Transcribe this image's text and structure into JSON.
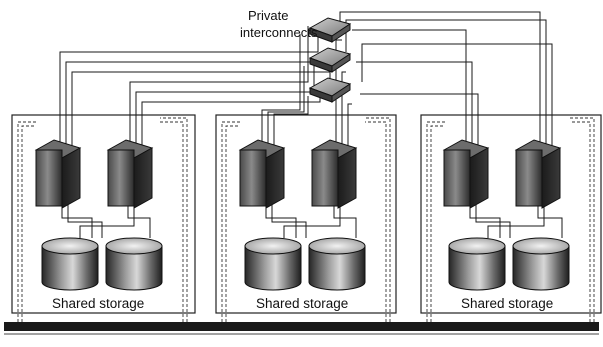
{
  "labels": {
    "interconnects_line1": "Private",
    "interconnects_line2": "interconnects",
    "cluster_storage": [
      "Shared storage",
      "Shared storage",
      "Shared storage"
    ]
  },
  "clusters": [
    {
      "servers": 2,
      "storage_units": 2,
      "label": "Shared storage"
    },
    {
      "servers": 2,
      "storage_units": 2,
      "label": "Shared storage"
    },
    {
      "servers": 2,
      "storage_units": 2,
      "label": "Shared storage"
    }
  ],
  "interconnect_switches": 3,
  "colors": {
    "ink": "#111111",
    "server_dark": "#1f1f1f",
    "server_mid": "#6a6a6a",
    "storage_dark": "#2a2a2a",
    "storage_light": "#d4d4d4",
    "backbone": "#1a1a1a"
  }
}
